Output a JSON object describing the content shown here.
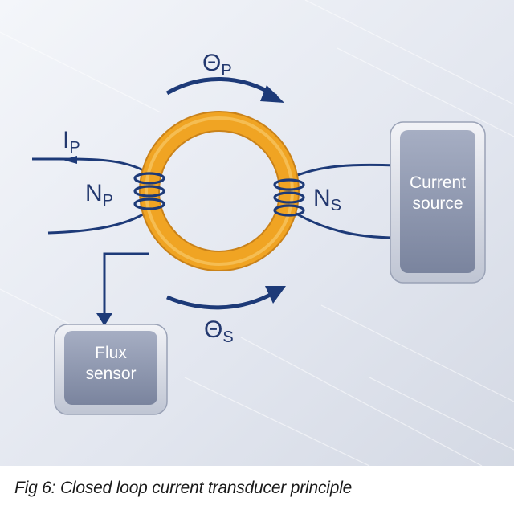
{
  "diagram": {
    "primary_flux": {
      "symbol": "Θ",
      "sub": "P"
    },
    "secondary_flux": {
      "symbol": "Θ",
      "sub": "S"
    },
    "primary_current": {
      "symbol": "I",
      "sub": "P"
    },
    "primary_turns": {
      "symbol": "N",
      "sub": "P"
    },
    "secondary_turns": {
      "symbol": "N",
      "sub": "S"
    },
    "current_source": {
      "line1": "Current",
      "line2": "source"
    },
    "flux_sensor": {
      "line1": "Flux",
      "line2": "sensor"
    }
  },
  "caption": "Fig 6: Closed loop current transducer principle",
  "colors": {
    "core": "#f0a423",
    "wire": "#1d3a78",
    "box": "#8f99b2",
    "background": "#e4e8f0"
  }
}
